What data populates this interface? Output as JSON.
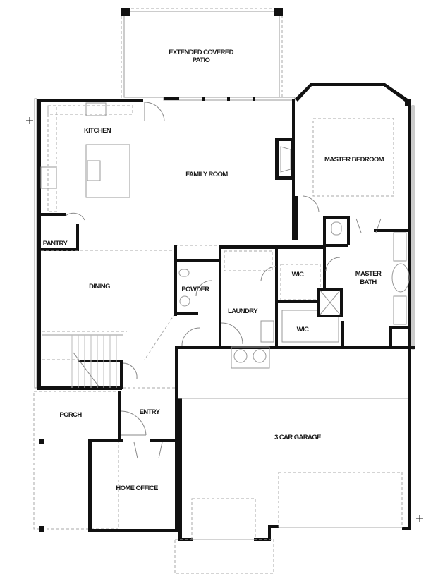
{
  "floorplan": {
    "rooms": [
      {
        "id": "extended-covered-patio",
        "label_line1": "EXTENDED COVERED",
        "label_line2": "PATIO"
      },
      {
        "id": "kitchen",
        "label": "KITCHEN"
      },
      {
        "id": "family-room",
        "label": "FAMILY ROOM"
      },
      {
        "id": "master-bedroom",
        "label": "MASTER BEDROOM"
      },
      {
        "id": "pantry",
        "label": "PANTRY"
      },
      {
        "id": "dining",
        "label": "DINING"
      },
      {
        "id": "powder",
        "label": "POWDER"
      },
      {
        "id": "laundry",
        "label": "LAUNDRY"
      },
      {
        "id": "wic-1",
        "label": "WIC"
      },
      {
        "id": "wic-2",
        "label": "WIC"
      },
      {
        "id": "master-bath",
        "label_line1": "MASTER",
        "label_line2": "BATH"
      },
      {
        "id": "porch",
        "label": "PORCH"
      },
      {
        "id": "entry",
        "label": "ENTRY"
      },
      {
        "id": "garage",
        "label": "3 CAR GARAGE"
      },
      {
        "id": "home-office",
        "label": "HOME OFFICE"
      }
    ],
    "colors": {
      "wall": "#111111",
      "line": "#999999",
      "background": "#ffffff"
    }
  }
}
